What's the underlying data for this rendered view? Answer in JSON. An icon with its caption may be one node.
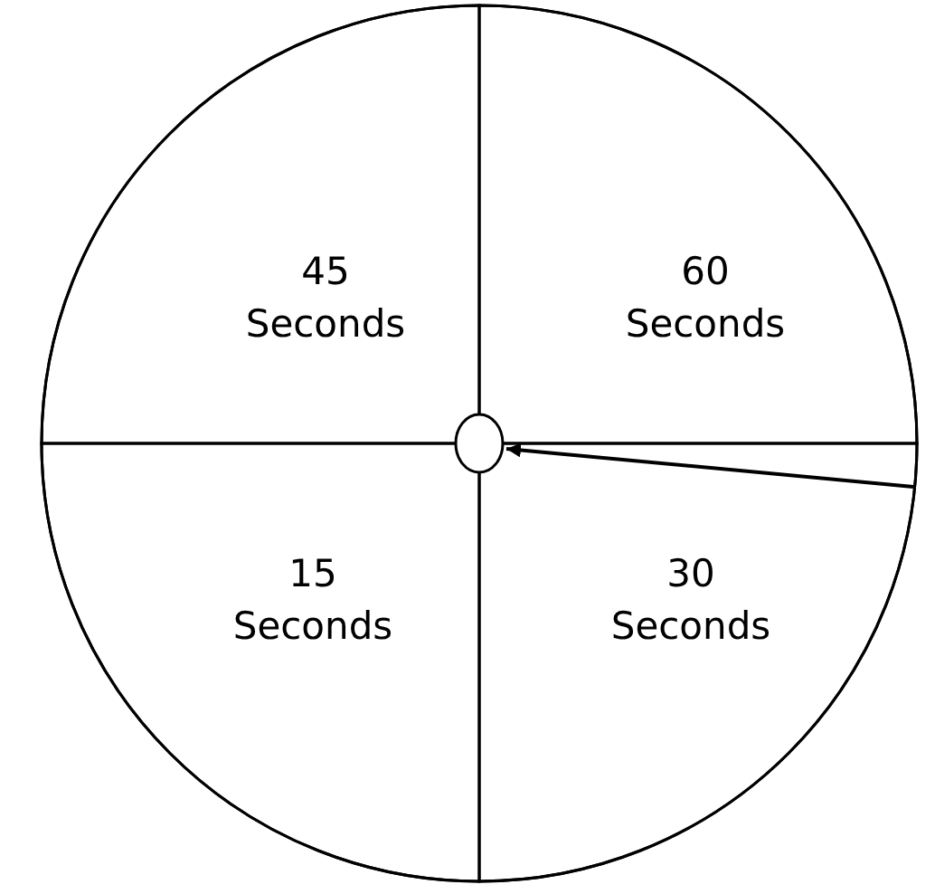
{
  "diagram": {
    "nodes": [
      {
        "text": [],
        "shape": "circle"
      },
      {
        "text": [
          "45 Seconds"
        ],
        "in": 0
      },
      {
        "text": [
          "60 Seconds"
        ],
        "in": 0
      },
      {
        "text": [
          "15 Seconds"
        ],
        "in": 0
      },
      {
        "text": [
          "30 Seconds"
        ],
        "in": 0
      },
      {
        "text": [],
        "shape": "circle",
        "in": 0
      }
    ],
    "edges": [
      {
        "from": 4,
        "to": 5,
        "arrow": "to"
      }
    ]
  }
}
